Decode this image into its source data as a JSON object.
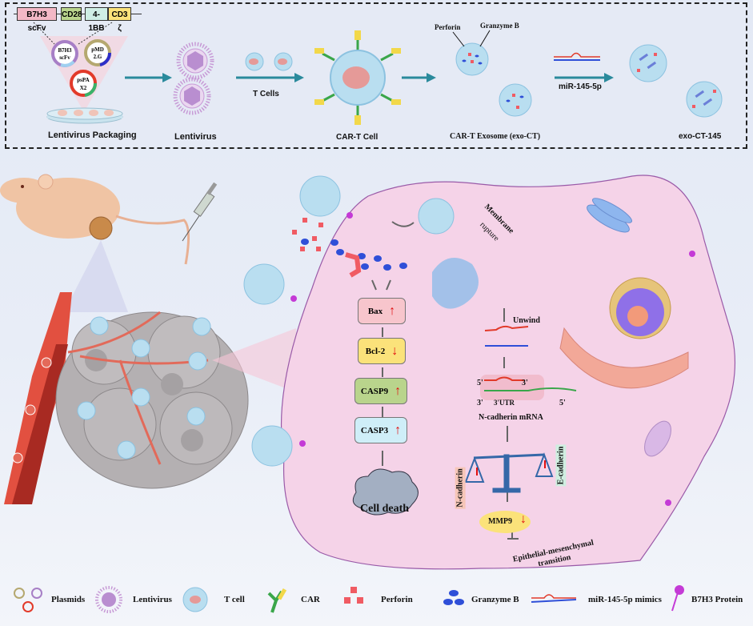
{
  "top_panel": {
    "construct": [
      "B7H3 scFv",
      "CD28",
      "4-1BB",
      "CD3 ζ"
    ],
    "plasmids": [
      {
        "label": "B7H3 scFv",
        "line1": "B7H3",
        "line2": "scFv"
      },
      {
        "label": "pMD 2.G",
        "line1": "pMD",
        "line2": "2.G"
      },
      {
        "label": "psPA X2",
        "line1": "psPA",
        "line2": "X2"
      }
    ],
    "steps": {
      "lentivirus_packaging": "Lentivirus Packaging",
      "lentivirus": "Lentivirus",
      "t_cells": "T Cells",
      "car_t_cell": "CAR-T Cell",
      "car_t_exosome": "CAR-T Exosome (exo-CT)",
      "mirna": "miR-145-5p",
      "exo_ct_145": "exo-CT-145"
    },
    "exosome_annotations": [
      "Perforin",
      "Granzyme B"
    ]
  },
  "cell_panel": {
    "membrane_rupture": [
      "Membrane",
      "rupture"
    ],
    "unwind": "Unwind",
    "apoptosis_pathway": [
      {
        "label": "Bax",
        "direction": "up",
        "color": "#f7c5cc"
      },
      {
        "label": "Bcl-2",
        "direction": "down",
        "color": "#fbe27a"
      },
      {
        "label": "CASP9",
        "direction": "up",
        "color": "#b9d48c"
      },
      {
        "label": "CASP3",
        "direction": "up",
        "color": "#cfeef8"
      }
    ],
    "cell_death": "Cell death",
    "mrna": {
      "five_prime": "5'",
      "three_prime": "3'",
      "utr": "3'UTR",
      "label": "N-cadherin mRNA"
    },
    "balance": {
      "left": "N-cadherin",
      "left_direction": "down",
      "right": "E-cadherin",
      "right_direction": "up"
    },
    "mmp9": {
      "label": "MMP9",
      "direction": "down"
    },
    "emt": [
      "Epithelial-mesenchymal",
      "transition"
    ]
  },
  "legend": [
    {
      "icon": "plasmids-icon",
      "label": "Plasmids"
    },
    {
      "icon": "lentivirus-icon",
      "label": "Lentivirus"
    },
    {
      "icon": "t-cell-icon",
      "label": "T cell"
    },
    {
      "icon": "car-icon",
      "label": "CAR"
    },
    {
      "icon": "perforin-icon",
      "label": "Perforin"
    },
    {
      "icon": "granzyme-b-icon",
      "label": "Granzyme B"
    },
    {
      "icon": "mirna-mimics-icon",
      "label": "miR-145-5p mimics"
    },
    {
      "icon": "b7h3-protein-icon",
      "label": "B7H3 Protein"
    }
  ],
  "colors": {
    "arrow_teal": "#2a8a9c",
    "exosome_fill": "#b9def0",
    "perforin": "#f05b63",
    "granzyme": "#2f4fd8",
    "car_green": "#3aa64a",
    "car_yellow": "#f2d84a",
    "b7h3": "#c43ad6",
    "cell_pink": "#f5d3e8"
  }
}
